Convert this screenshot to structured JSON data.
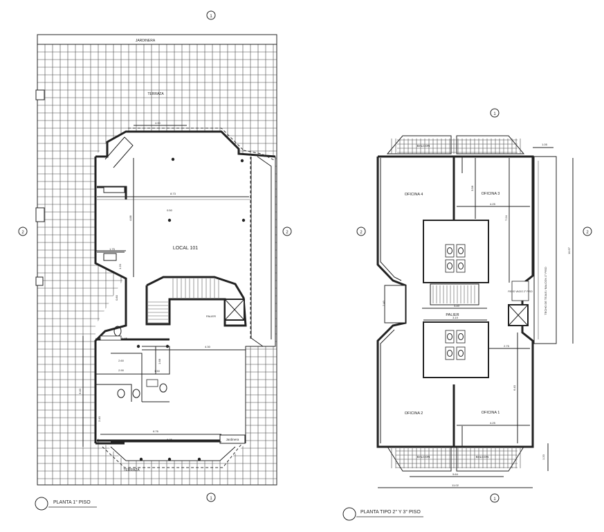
{
  "left_plan": {
    "title": "PLANTA 1° PISO",
    "jardinera_top": "JARDINERA",
    "terraza_top": "TERRAZA",
    "terraza_bottom": "TERRAZA",
    "jardinera_bottom": "Jardinera",
    "local": "LOCAL  101",
    "palier": "PALIER",
    "dims": {
      "d_490": "4.90",
      "d_873": "8.73",
      "d_488": "4.88",
      "d_175": "1.75",
      "d_120": "1.20",
      "d_050": "0.50",
      "d_430": "4.30",
      "d_260": "2.60",
      "d_290": "2.90",
      "d_150": "1.50",
      "d_168": "1.68",
      "d_145": "1.45",
      "d_676": "6.76",
      "d_686": "6.86",
      "d_240": "2.40",
      "d_640": "6.40",
      "d_080": "0.80"
    }
  },
  "right_plan": {
    "title": "PLANTA TIPO 2° Y 3° PISO",
    "oficina1": "OFICINA 1",
    "oficina2": "OFICINA 2",
    "oficina3": "OFICINA 3",
    "oficina4": "OFICINA 4",
    "palier": "PALIER",
    "balcon_top": "BALCON",
    "balcon_bottom_left": "BALCON",
    "balcon_bottom_right": "BALCON",
    "techo_note": "TECHO DE TEJAS / BALCON 1° PISO",
    "hueco_note": "PATIO VACIO 2° PISO",
    "dims": {
      "d_105": "1.05",
      "d_1057": "10.57",
      "d_358": "3.58",
      "d_425_top": "4.25",
      "d_724": "7.24",
      "d_240": "2.40",
      "d_340": "3.40",
      "d_319": "3.19",
      "d_275": "2.75",
      "d_640": "6.40",
      "d_425_bottom": "4.25",
      "d_564": "5.64",
      "d_1102": "11.02",
      "d_120": "1.20"
    }
  },
  "markers": {
    "top_left": "1",
    "bottom_left": "1",
    "left_left": "2",
    "right_left": "2",
    "top_right": "1",
    "bottom_right": "1",
    "left_right": "2",
    "right_right": "2"
  }
}
